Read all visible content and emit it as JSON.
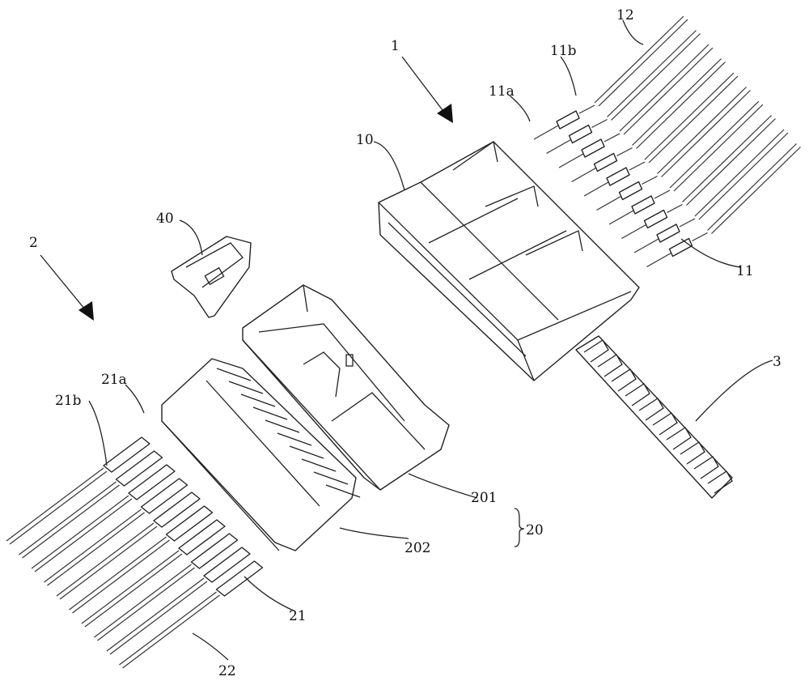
{
  "figure": {
    "labels": {
      "assembly_1": "1",
      "assembly_2": "2",
      "part_3": "3",
      "housing_10": "10",
      "terminal_11": "11",
      "terminal_11a": "11a",
      "terminal_11b": "11b",
      "wire_12": "12",
      "part_40": "40",
      "housing_20": "20",
      "part_201": "201",
      "part_202": "202",
      "terminal_21": "21",
      "terminal_21a": "21a",
      "terminal_21b": "21b",
      "wire_22": "22"
    }
  }
}
